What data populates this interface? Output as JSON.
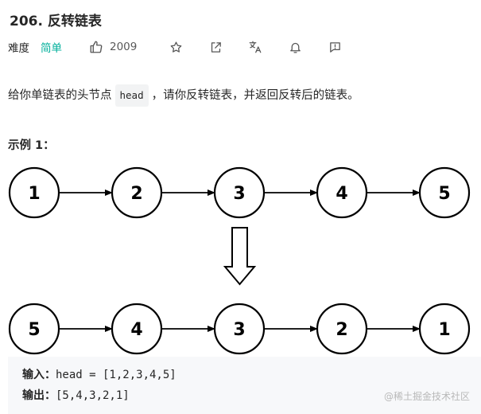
{
  "problem": {
    "title": "206. 反转链表",
    "difficulty_label": "难度",
    "difficulty_value": "简单",
    "like_count": "2009",
    "difficulty_color": "#00af9b"
  },
  "toolbar": {
    "icons": [
      "thumbs-up-icon",
      "star-icon",
      "share-icon",
      "translate-icon",
      "bell-icon",
      "feedback-icon"
    ]
  },
  "description": {
    "before": "给你单链表的头节点",
    "code": "head",
    "after": "，请你反转链表，并返回反转后的链表。"
  },
  "example": {
    "title": "示例 1：",
    "input_list": [
      "1",
      "2",
      "3",
      "4",
      "5"
    ],
    "output_list": [
      "5",
      "4",
      "3",
      "2",
      "1"
    ],
    "input_label": "输入：",
    "input_value": "head = [1,2,3,4,5]",
    "output_label": "输出：",
    "output_value": "[5,4,3,2,1]"
  },
  "watermark": "@稀土掘金技术社区"
}
